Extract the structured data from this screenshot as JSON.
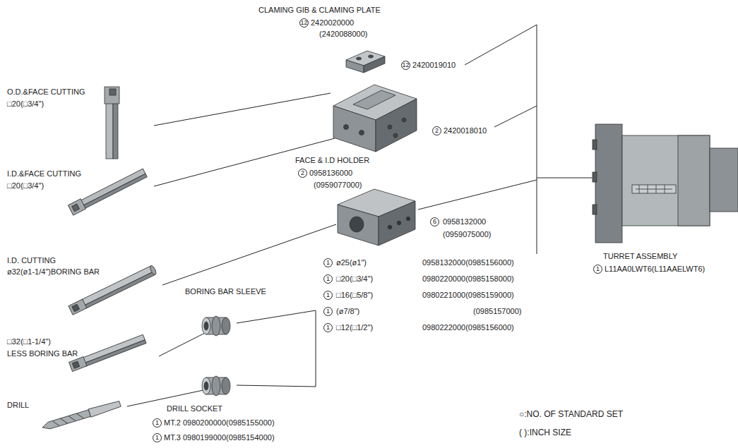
{
  "diagram": {
    "labels": [
      "CLAMING GIB & CLAMING PLATE",
      "12",
      "2420020000",
      "(2420088000)",
      "12",
      "2420019010",
      "O.D.&FACE CUTTING",
      "□20(□3/4\")",
      "2",
      "2420018010",
      "FACE & I.D HOLDER",
      "2",
      "0958136000",
      "(0959077000)",
      "I.D.&FACE CUTTING",
      "□20(□3/4\")",
      "6",
      "0958132000",
      "(0959075000)",
      "I.D. CUTTING",
      "ø32(ø1-1/4\")BORING BAR",
      "BORING BAR SLEEVE",
      "1",
      "ø25(ø1\")",
      "0958132000(0985156000)",
      "1",
      "□20(□3/4\")",
      "0980220000(0985158000)",
      "1",
      "□16(□5/8\")",
      "0980221000(0985159000)",
      "1",
      "(ø7/8\")",
      "(0985157000)",
      "1",
      "□12(□1/2\")",
      "0980222000(0985156000)",
      "□32(□1-1/4\")",
      "LESS BORING BAR",
      "DRILL",
      "DRILL SOCKET",
      "1",
      "MT.2 0980200000(0985155000)",
      "1",
      "MT.3 0980199000(0985154000)",
      "TURRET ASSEMBLY",
      "1",
      "L11AA0LWT6(L11AAELWT6)"
    ],
    "legend": [
      {
        "text": "○:NO. OF STANDARD SET"
      },
      {
        "text": "( ):INCH SIZE"
      }
    ]
  }
}
